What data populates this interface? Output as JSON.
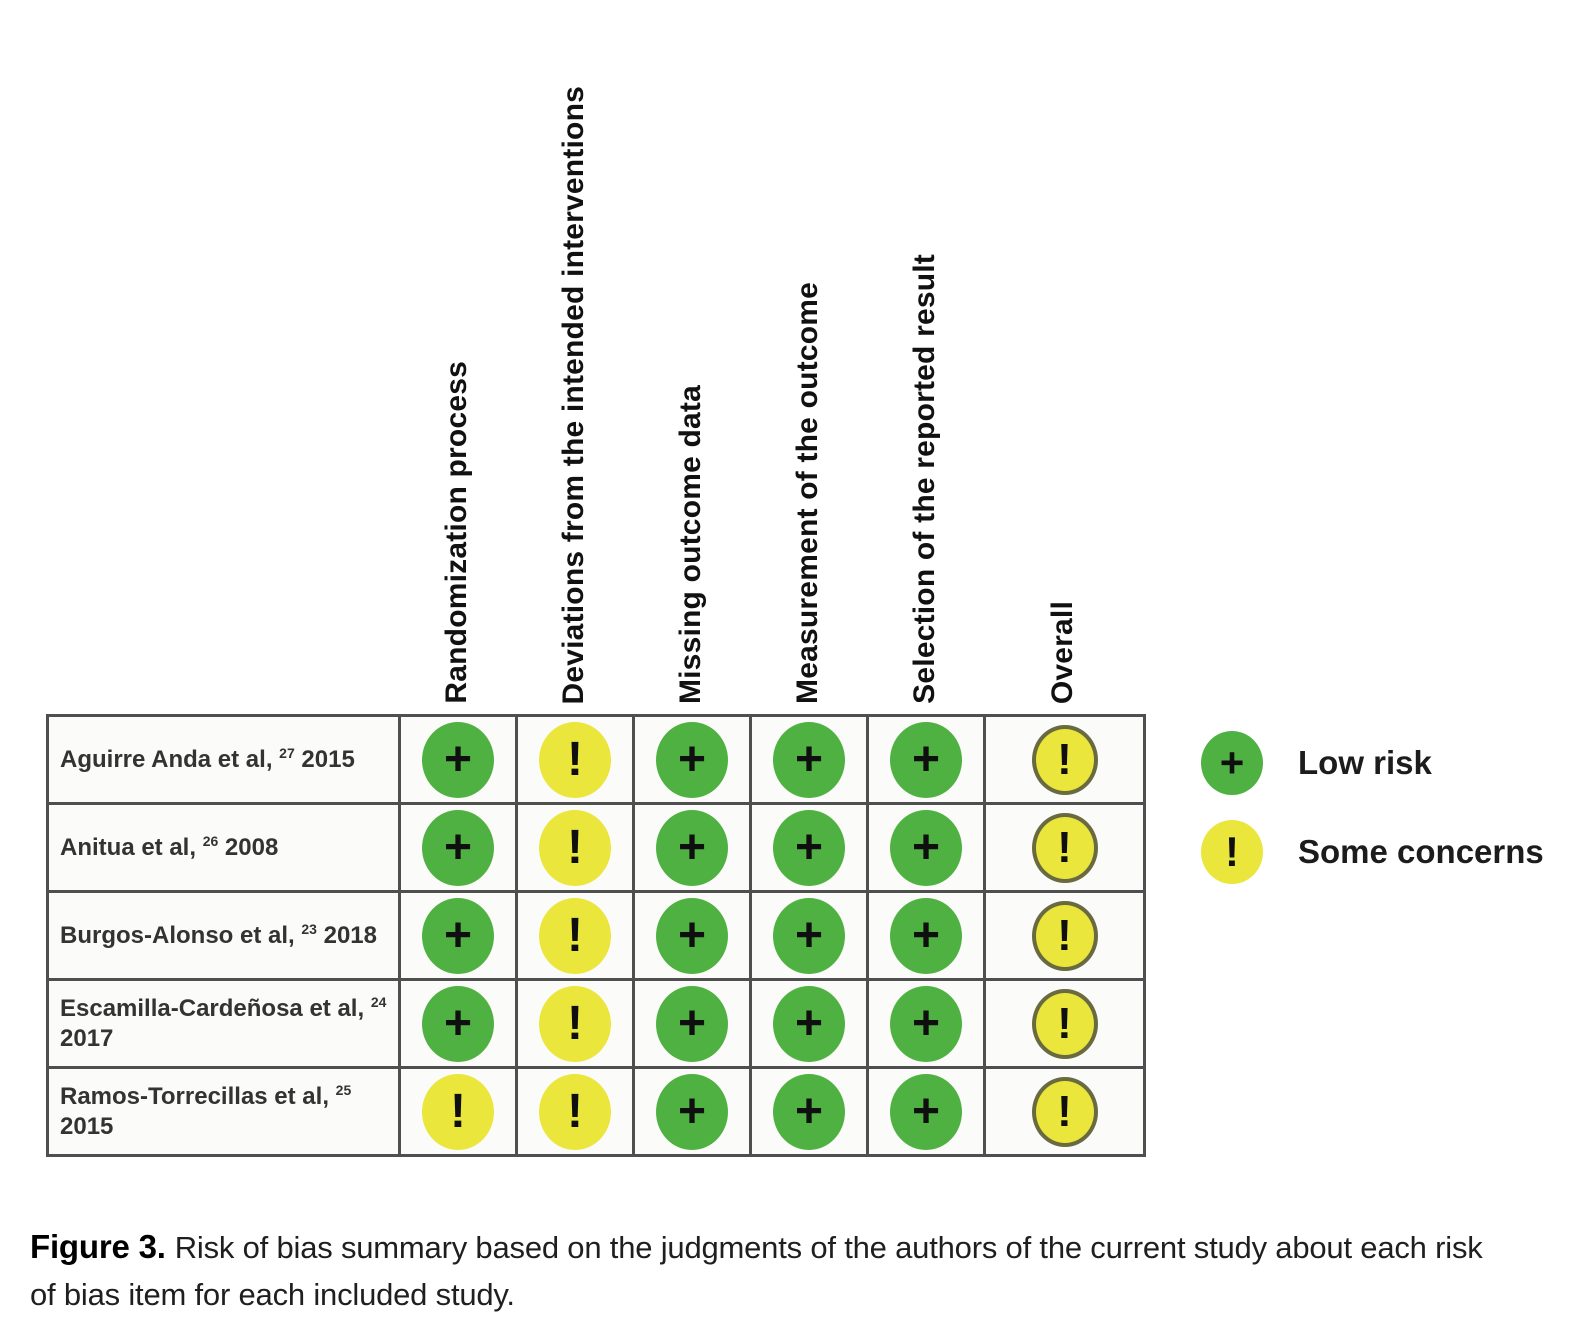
{
  "colors": {
    "low_risk_green": "#50b143",
    "some_concerns_yellow": "#ebe63b",
    "overall_circle_ring": "#6a6a40",
    "table_border": "#4f4f4f"
  },
  "matrix": {
    "columns": [
      "Randomization process",
      "Deviations from the intended interventions",
      "Missing outcome data",
      "Measurement of the outcome",
      "Selection of the reported result",
      "Overall"
    ],
    "rows": [
      {
        "pre": "Aguirre Anda et al, ",
        "sup": "27",
        "post": " 2015",
        "cells": [
          {
            "risk": "low",
            "symbol": "+"
          },
          {
            "risk": "concerns",
            "symbol": "!"
          },
          {
            "risk": "low",
            "symbol": "+"
          },
          {
            "risk": "low",
            "symbol": "+"
          },
          {
            "risk": "low",
            "symbol": "+"
          },
          {
            "risk": "concerns",
            "symbol": "!"
          }
        ]
      },
      {
        "pre": "Anitua et al, ",
        "sup": "26",
        "post": " 2008",
        "cells": [
          {
            "risk": "low",
            "symbol": "+"
          },
          {
            "risk": "concerns",
            "symbol": "!"
          },
          {
            "risk": "low",
            "symbol": "+"
          },
          {
            "risk": "low",
            "symbol": "+"
          },
          {
            "risk": "low",
            "symbol": "+"
          },
          {
            "risk": "concerns",
            "symbol": "!"
          }
        ]
      },
      {
        "pre": "Burgos-Alonso et al, ",
        "sup": "23",
        "post": " 2018",
        "cells": [
          {
            "risk": "low",
            "symbol": "+"
          },
          {
            "risk": "concerns",
            "symbol": "!"
          },
          {
            "risk": "low",
            "symbol": "+"
          },
          {
            "risk": "low",
            "symbol": "+"
          },
          {
            "risk": "low",
            "symbol": "+"
          },
          {
            "risk": "concerns",
            "symbol": "!"
          }
        ]
      },
      {
        "pre": "Escamilla-Cardeñosa et al, ",
        "sup": "24",
        "post": " 2017",
        "cells": [
          {
            "risk": "low",
            "symbol": "+"
          },
          {
            "risk": "concerns",
            "symbol": "!"
          },
          {
            "risk": "low",
            "symbol": "+"
          },
          {
            "risk": "low",
            "symbol": "+"
          },
          {
            "risk": "low",
            "symbol": "+"
          },
          {
            "risk": "concerns",
            "symbol": "!"
          }
        ]
      },
      {
        "pre": "Ramos-Torrecillas et al, ",
        "sup": "25",
        "post": " 2015",
        "cells": [
          {
            "risk": "concerns",
            "symbol": "!"
          },
          {
            "risk": "concerns",
            "symbol": "!"
          },
          {
            "risk": "low",
            "symbol": "+"
          },
          {
            "risk": "low",
            "symbol": "+"
          },
          {
            "risk": "low",
            "symbol": "+"
          },
          {
            "risk": "concerns",
            "symbol": "!"
          }
        ]
      }
    ]
  },
  "legend": {
    "items": [
      {
        "risk": "low",
        "symbol": "+",
        "label": "Low risk"
      },
      {
        "risk": "concerns",
        "symbol": "!",
        "label": "Some concerns"
      }
    ]
  },
  "caption": {
    "prefix": "Figure 3.",
    "body": "Risk of bias summary based on the judgments of the authors of the current study about each risk of bias item for each included study."
  }
}
